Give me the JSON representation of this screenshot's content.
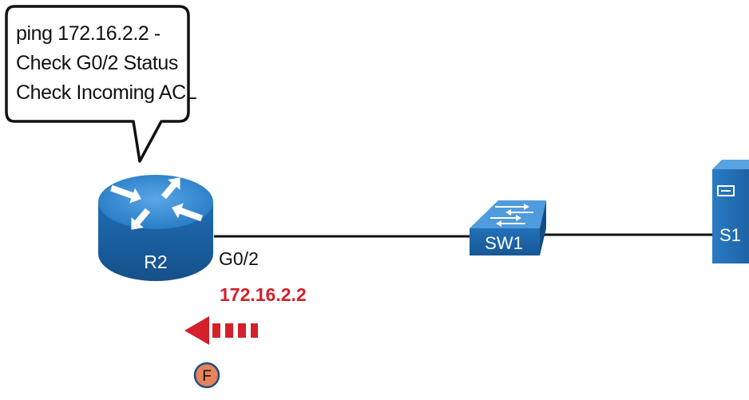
{
  "callout": {
    "lines": [
      "ping 172.16.2.2 -",
      "Check G0/2 Status",
      "Check Incoming ACL"
    ]
  },
  "router": {
    "name": "R2",
    "icon": "router-icon",
    "color": "#1e6fb5"
  },
  "switch": {
    "name": "SW1",
    "icon": "switch-icon",
    "color": "#1e6fb5"
  },
  "server": {
    "name": "S1",
    "icon": "server-icon",
    "color": "#1e6fb5"
  },
  "interface": {
    "label": "G0/2"
  },
  "destination_ip": {
    "label": "172.16.2.2",
    "color": "#d3202a"
  },
  "packet_arrow": {
    "icon": "dashed-arrow-left-icon",
    "color": "#d3202a"
  },
  "step": {
    "label": "F",
    "color": "#e8825a"
  }
}
